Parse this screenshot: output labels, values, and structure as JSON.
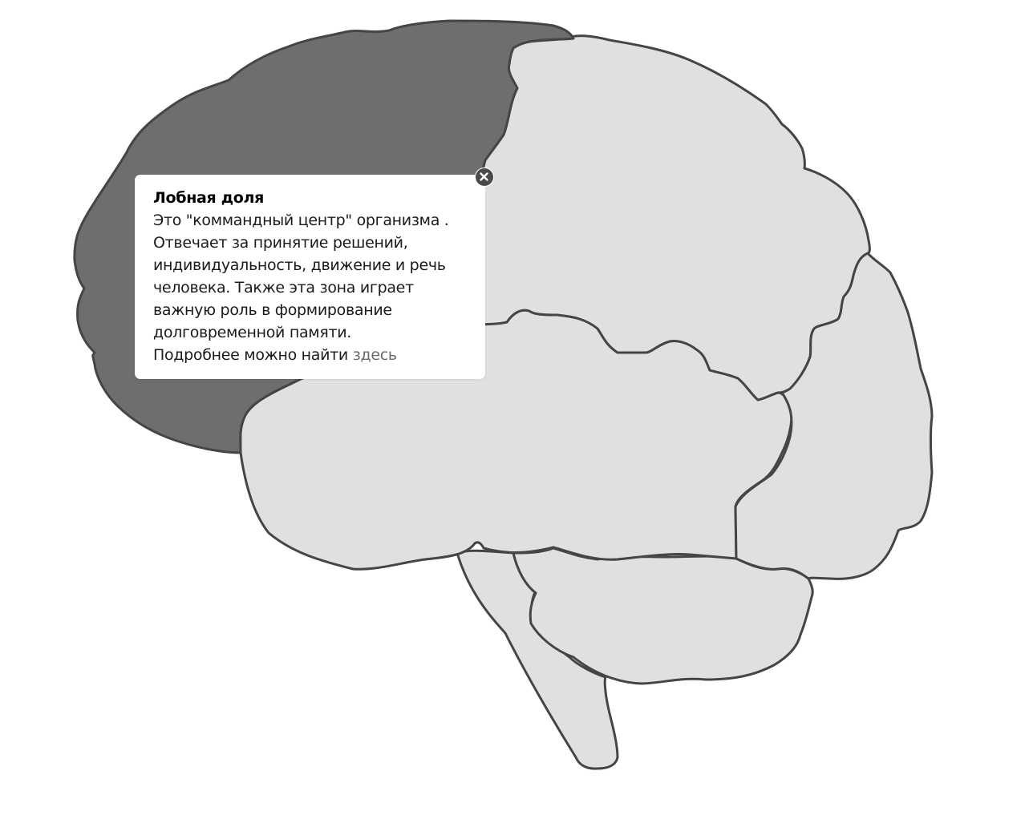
{
  "colors": {
    "selected_lobe": "#6e6e6e",
    "lobe": "#e0e0e0",
    "outline": "#454545",
    "link": "#6b6b6b"
  },
  "diagram": {
    "regions": [
      "frontal-lobe",
      "parietal-lobe",
      "occipital-lobe",
      "temporal-lobe",
      "cerebellum",
      "brainstem"
    ],
    "selected_region": "frontal-lobe"
  },
  "tooltip": {
    "title": "Лобная доля",
    "text": "Это \"коммандный центр\" организма . Отвечает за принятие решений, индивидуальность, движение и речь человека. Также эта зона играет важную роль в формирование долговременной памяти.",
    "more_prefix": "Подробнее можно найти ",
    "more_link": "здесь",
    "close_icon": "close-icon"
  }
}
